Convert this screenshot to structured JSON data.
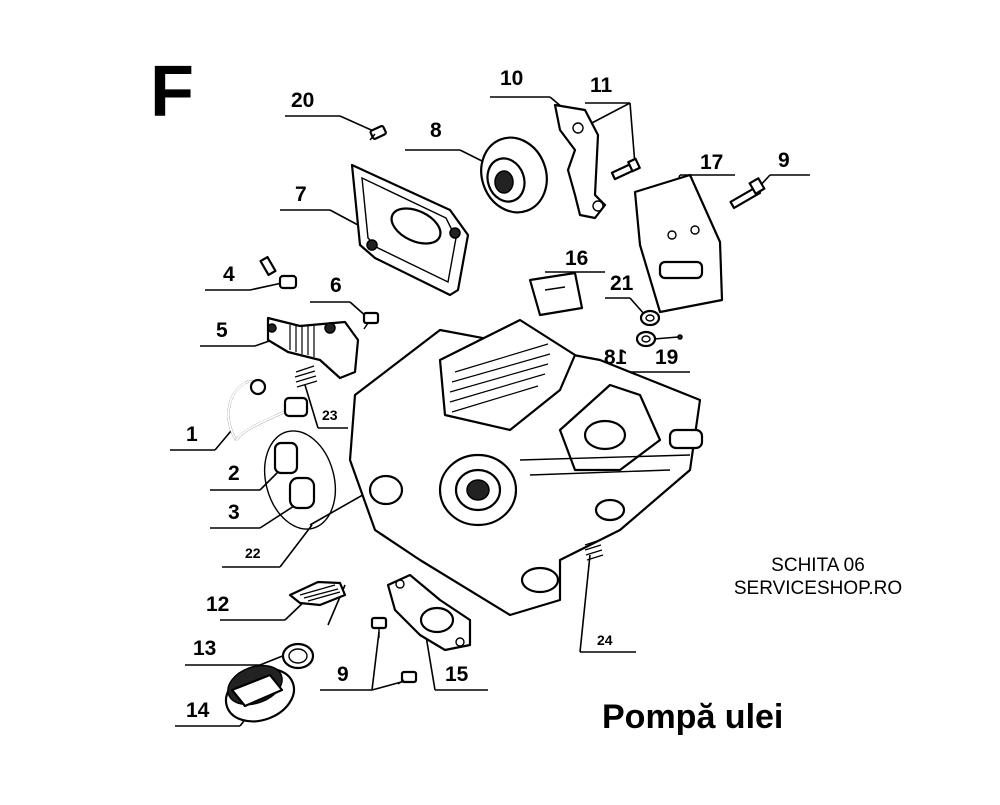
{
  "section_letter": "F",
  "title": "Pompă ulei",
  "credit": {
    "line1": "SCHITA 06",
    "line2": "SERVICESHOP.RO"
  },
  "callouts": [
    "20",
    "8",
    "10",
    "11",
    "17",
    "9",
    "7",
    "4",
    "6",
    "16",
    "21",
    "5",
    "18",
    "19",
    "23",
    "1",
    "2",
    "3",
    "22",
    "12",
    "13",
    "14",
    "9",
    "15",
    "24"
  ]
}
